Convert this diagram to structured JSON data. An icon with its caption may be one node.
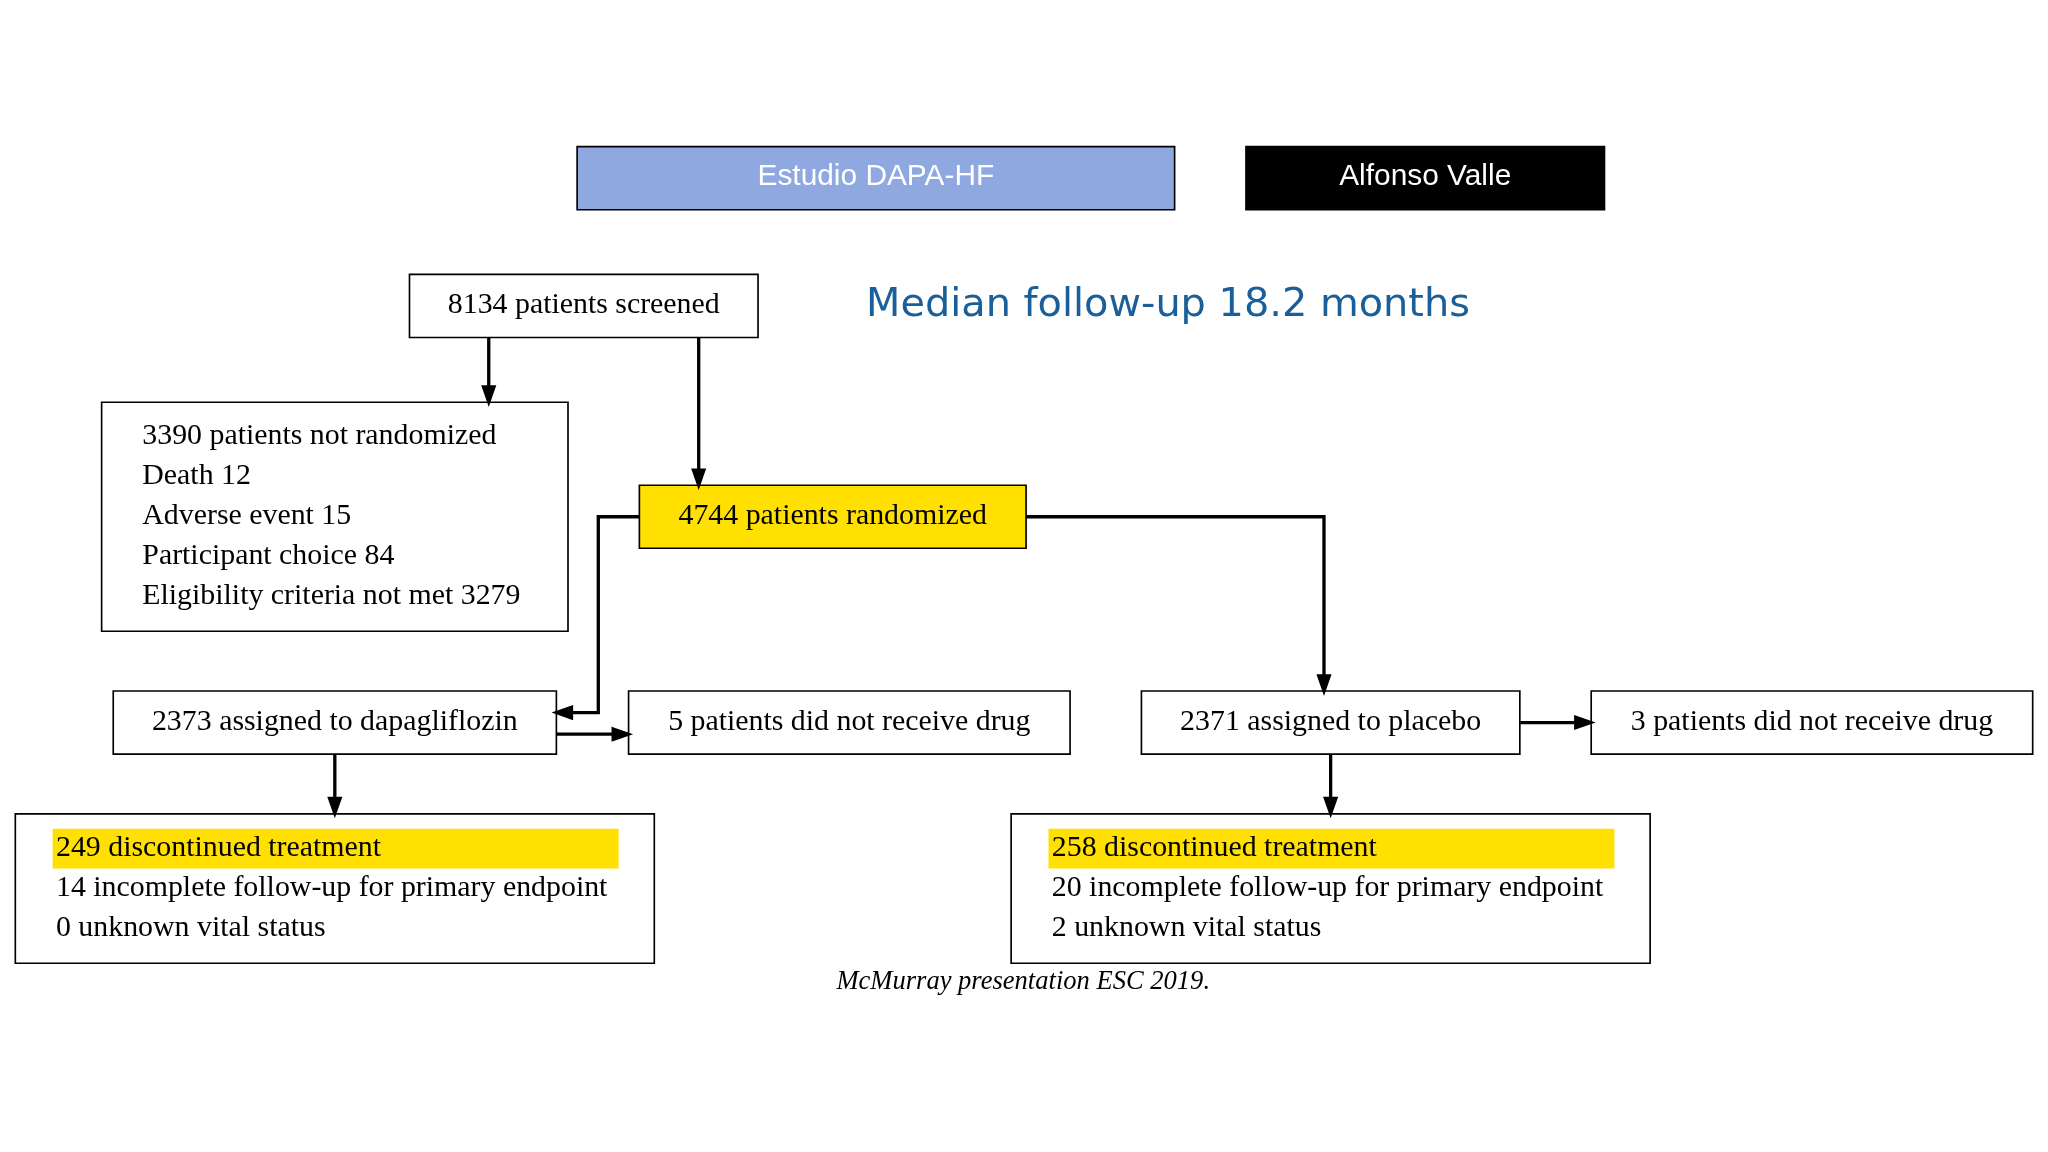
{
  "diagram": {
    "caption": "McMurray presentation ESC 2019.",
    "nodes": [
      {
        "text": [
          "8134 patients screened"
        ]
      },
      {
        "text": [
          "3390 patients not randomized",
          "Death 12",
          "Adverse event 15",
          "Participant choice 84",
          "Eligibility criteria not met 3279"
        ]
      },
      {
        "text": [
          "4744 patients randomized"
        ]
      },
      {
        "text": [
          "2373 assigned to dapagliflozin"
        ]
      },
      {
        "text": [
          "2371 assigned to placebo"
        ]
      },
      {
        "text": [
          "5 patients did not receive drug"
        ]
      },
      {
        "text": [
          "249 discontinued treatment",
          "14 incomplete follow-up for primary endpoint",
          "0 unknown vital status"
        ]
      },
      {
        "text": [
          "3 patients did not receive drug"
        ]
      },
      {
        "text": [
          "258 discontinued treatment",
          "20 incomplete follow-up for primary endpoint",
          "2 unknown vital status"
        ]
      }
    ],
    "edges": [
      {
        "from": 0,
        "to": 1,
        "arrow": "to"
      },
      {
        "from": 0,
        "to": 2,
        "arrow": "to"
      },
      {
        "from": 2,
        "to": 3,
        "arrow": "to"
      },
      {
        "from": 2,
        "to": 4,
        "arrow": "to"
      },
      {
        "from": 3,
        "to": 5,
        "arrow": "to"
      },
      {
        "from": 3,
        "to": 6,
        "arrow": "to"
      },
      {
        "from": 4,
        "to": 7,
        "arrow": "to"
      },
      {
        "from": 4,
        "to": 8,
        "arrow": "to"
      }
    ],
    "labels": [
      "Estudio DAPA-HF",
      "Alfonso Valle",
      "Median follow-up 18.2 months"
    ]
  }
}
